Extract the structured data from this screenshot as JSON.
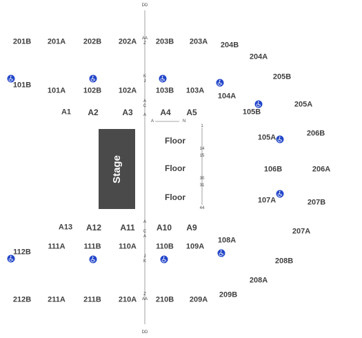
{
  "stage": {
    "label": "Stage",
    "color": "#4a4a4a"
  },
  "accessibility_icon": {
    "name": "wheelchair-icon",
    "color": "#2346c9"
  },
  "sections": {
    "s201b": "201B",
    "s201a": "201A",
    "s202b": "202B",
    "s202a": "202A",
    "s203b": "203B",
    "s203a": "203A",
    "s204b": "204B",
    "s204a": "204A",
    "s205b": "205B",
    "s205a": "205A",
    "s206b": "206B",
    "s206a": "206A",
    "s207b": "207B",
    "s207a": "207A",
    "s208b": "208B",
    "s208a": "208A",
    "s209b": "209B",
    "s209a": "209A",
    "s210b": "210B",
    "s210a": "210A",
    "s211b": "211B",
    "s211a": "211A",
    "s212b": "212B",
    "s101b": "101B",
    "s101a": "101A",
    "s102b": "102B",
    "s102a": "102A",
    "s103b": "103B",
    "s103a": "103A",
    "s104a": "104A",
    "s105b": "105B",
    "s105a": "105A",
    "s106b": "106B",
    "s106a": "106A",
    "s107a": "107A",
    "s108a": "108A",
    "s109a": "109A",
    "s110b": "110B",
    "s110a": "110A",
    "s111b": "111B",
    "s111a": "111A",
    "s112b": "112B",
    "a1": "A1",
    "a2": "A2",
    "a3": "A3",
    "a4": "A4",
    "a5": "A5",
    "a9": "A9",
    "a10": "A10",
    "a11": "A11",
    "a12": "A12",
    "a13": "A13",
    "floor1": "Floor",
    "floor2": "Floor",
    "floor3": "Floor"
  },
  "row_labels": {
    "dd_top": "DD",
    "aa_top": "AA",
    "z_top": "Z",
    "k_top": "K",
    "j_top": "J",
    "c_top": "C",
    "a_top1": "A",
    "a_top2": "A",
    "a_floor": "A",
    "n_floor": "N",
    "a_bot1": "A",
    "c_bot": "C",
    "a_bot2": "A",
    "j_bot": "J",
    "k_bot": "K",
    "z_bot": "Z",
    "aa_bot": "AA",
    "dd_bot": "DD",
    "r1": "1",
    "r14": "14",
    "r15": "15",
    "r30": "30",
    "r31": "31",
    "r44": "44"
  }
}
